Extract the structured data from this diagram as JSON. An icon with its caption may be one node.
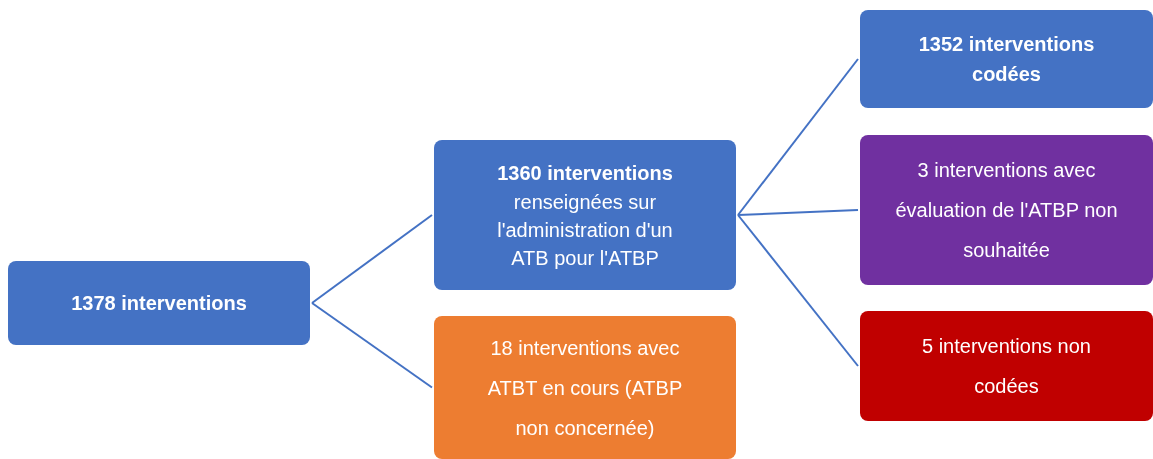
{
  "diagram": {
    "nodes": [
      {
        "text": [
          "1378 interventions"
        ]
      },
      {
        "text": [
          "1360 interventions",
          "renseignées sur l'administration d'un ATB pour l'ATBP"
        ]
      },
      {
        "text": [
          "18 interventions avec ATBT en cours (ATBP non concernée)"
        ]
      },
      {
        "text": [
          "1352 interventions codées"
        ]
      },
      {
        "text": [
          "3 interventions avec évaluation de l'ATBP non souhaitée"
        ]
      },
      {
        "text": [
          "5 interventions non codées"
        ]
      }
    ],
    "edges": [
      {
        "from": 0,
        "to": 1,
        "arrow": "none"
      },
      {
        "from": 0,
        "to": 2,
        "arrow": "none"
      },
      {
        "from": 1,
        "to": 3,
        "arrow": "none"
      },
      {
        "from": 1,
        "to": 4,
        "arrow": "none"
      },
      {
        "from": 1,
        "to": 5,
        "arrow": "none"
      }
    ]
  }
}
